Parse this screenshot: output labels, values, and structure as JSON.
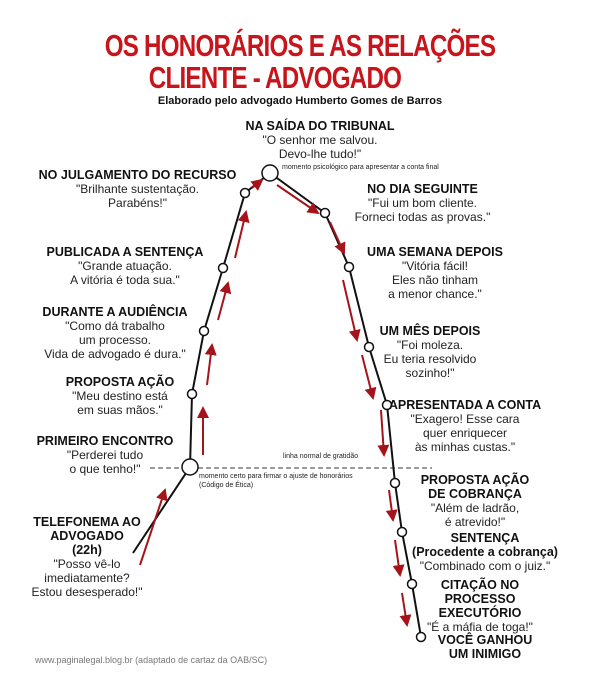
{
  "title_line1": "OS HONORÁRIOS E AS RELAÇÕES",
  "title_line2": "CLIENTE - ADVOGADO",
  "subtitle": "Elaborado pelo advogado Humberto Gomes de Barros",
  "stages": [
    {
      "h": "TELEFONEMA AO\nADVOGADO\n(22h)",
      "q": "\"Posso vê-lo\nimediatamente?\nEstou desesperado!\""
    },
    {
      "h": "PRIMEIRO ENCONTRO",
      "q": "\"Perderei tudo\no que tenho!\""
    },
    {
      "h": "PROPOSTA AÇÃO",
      "q": "\"Meu destino está\nem suas mãos.\""
    },
    {
      "h": "DURANTE A AUDIÊNCIA",
      "q": "\"Como dá trabalho\num processo.\nVida de advogado é dura.\""
    },
    {
      "h": "PUBLICADA A SENTENÇA",
      "q": "\"Grande atuação.\nA vitória é toda sua.\""
    },
    {
      "h": "NO JULGAMENTO DO RECURSO",
      "q": "\"Brilhante sustentação.\nParabéns!\""
    },
    {
      "h": "NA SAÍDA DO TRIBUNAL",
      "q": "\"O senhor me salvou.\nDevo-lhe tudo!\""
    },
    {
      "h": "NO DIA SEGUINTE",
      "q": "\"Fui um bom cliente.\nForneci todas as provas.\""
    },
    {
      "h": "UMA SEMANA DEPOIS",
      "q": "\"Vitória fácil!\nEles não tinham\na menor chance.\""
    },
    {
      "h": "UM MÊS DEPOIS",
      "q": "\"Foi moleza.\nEu teria resolvido\nsozinho!\""
    },
    {
      "h": "APRESENTADA A CONTA",
      "q": "\"Exagero! Esse cara\nquer enriquecer\nàs minhas custas.\""
    },
    {
      "h": "PROPOSTA AÇÃO\nDE COBRANÇA",
      "q": "\"Além de ladrão,\né atrevido!\""
    },
    {
      "h": "SENTENÇA\n(Procedente a cobrança)",
      "q": "\"Combinado com o juiz.\""
    },
    {
      "h": "CITAÇÃO NO\nPROCESSO\nEXECUTÓRIO",
      "q": "\"É a máfia de toga!\""
    },
    {
      "h": "VOCÊ GANHOU\nUM INIMIGO",
      "q": ""
    }
  ],
  "notes": {
    "peak": "momento psicológico para apresentar a conta final",
    "gratitude": "linha normal de gratidão",
    "contract": "momento certo para firmar o ajuste de honorários\n(Código de Ética)"
  },
  "footer": "www.paginalegal.blog.br (adaptado de cartaz da OAB/SC)",
  "colors": {
    "title": "#c8141b",
    "arrow": "#a5141b"
  }
}
